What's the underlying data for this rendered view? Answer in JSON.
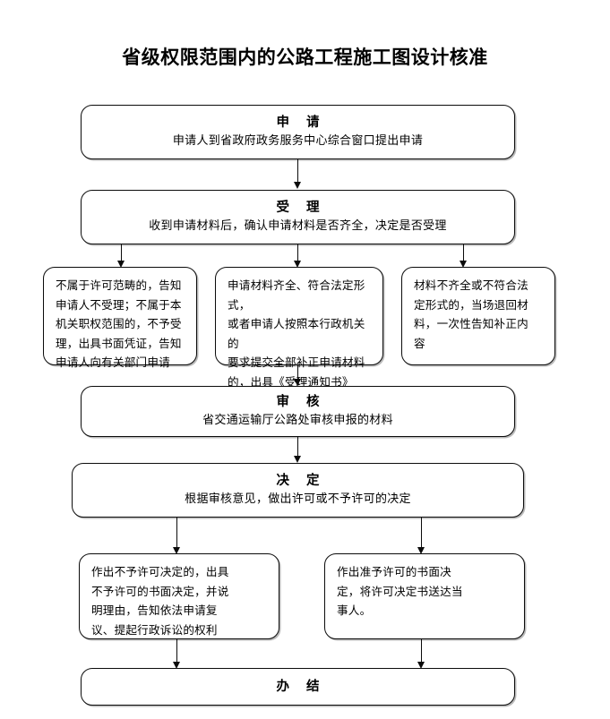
{
  "title": "省级权限范围内的公路工程施工图设计核准",
  "chart_data": {
    "type": "diagram",
    "title": "省级权限范围内的公路工程施工图设计核准",
    "diagram_kind": "flowchart",
    "orientation": "top-to-bottom",
    "node_shape": "rounded-rectangle",
    "line_color": "#0b0b0b",
    "background_color": "#ffffff",
    "nodes": [
      {
        "id": "apply",
        "heading": "申  请",
        "body": "申请人到省政府政务服务中心综合窗口提出申请"
      },
      {
        "id": "accept",
        "heading": "受  理",
        "body": "收到申请材料后，确认申请材料是否齐全，决定是否受理"
      },
      {
        "id": "branch1",
        "heading": "",
        "body": "不属于许可范畴的，告知申请人不受理；不属于本机关职权范围的，不予受理，出具书面凭证，告知申请人向有关部门申请"
      },
      {
        "id": "branch2",
        "heading": "",
        "body": "申请材料齐全、符合法定形式，或者申请人按照本行政机关的要求提交全部补正申请材料的，出具《受理通知书》"
      },
      {
        "id": "branch3",
        "heading": "",
        "body": "材料不齐全或不符合法定形式的，当场退回材料，一次性告知补正内容"
      },
      {
        "id": "review",
        "heading": "审  核",
        "body": "省交通运输厅公路处审核申报的材料"
      },
      {
        "id": "decide",
        "heading": "决  定",
        "body": "根据审核意见，做出许可或不予许可的决定"
      },
      {
        "id": "deny",
        "heading": "",
        "body": "作出不予许可决定的，出具不予许可的书面决定，并说明理由，告知依法申请复议、提起行政诉讼的权利"
      },
      {
        "id": "grant",
        "heading": "",
        "body": "作出准予许可的书面决定，将许可决定书送达当事人。"
      },
      {
        "id": "finish",
        "heading": "办  结",
        "body": ""
      }
    ],
    "edges": [
      {
        "from": "apply",
        "to": "accept"
      },
      {
        "from": "accept",
        "to": "branch1"
      },
      {
        "from": "accept",
        "to": "branch2"
      },
      {
        "from": "accept",
        "to": "branch3"
      },
      {
        "from": "branch2",
        "to": "review"
      },
      {
        "from": "review",
        "to": "decide"
      },
      {
        "from": "decide",
        "to": "deny"
      },
      {
        "from": "decide",
        "to": "grant"
      },
      {
        "from": "deny",
        "to": "finish"
      },
      {
        "from": "grant",
        "to": "finish"
      }
    ]
  },
  "nodes": {
    "apply": {
      "heading": "申  请",
      "body": "申请人到省政府政务服务中心综合窗口提出申请"
    },
    "accept": {
      "heading": "受  理",
      "body": "收到申请材料后，确认申请材料是否齐全，决定是否受理"
    },
    "branch1": {
      "lines": [
        "不属于许可范畴的，告知",
        "申请人不受理；不属于本",
        "机关职权范围的，不予受",
        "理，出具书面凭证，告知",
        "申请人向有关部门申请"
      ]
    },
    "branch2": {
      "lines": [
        "申请材料齐全、符合法定形式，",
        "或者申请人按照本行政机关的",
        "要求提交全部补正申请材料",
        "的，出具《受理通知书》"
      ]
    },
    "branch3": {
      "lines": [
        "材料不齐全或不符合法",
        "定形式的，当场退回材",
        "料，一次性告知补正内",
        "容"
      ]
    },
    "review": {
      "heading": "审  核",
      "body": "省交通运输厅公路处审核申报的材料"
    },
    "decide": {
      "heading": "决  定",
      "body": "根据审核意见，做出许可或不予许可的决定"
    },
    "deny": {
      "lines": [
        "作出不予许可决定的，出具",
        "不予许可的书面决定，并说",
        "明理由，告知依法申请复",
        "议、提起行政诉讼的权利"
      ]
    },
    "grant": {
      "lines": [
        "作出准予许可的书面决",
        "定，将许可决定书送达当",
        "事人。"
      ]
    },
    "finish": {
      "heading": "办  结"
    }
  }
}
